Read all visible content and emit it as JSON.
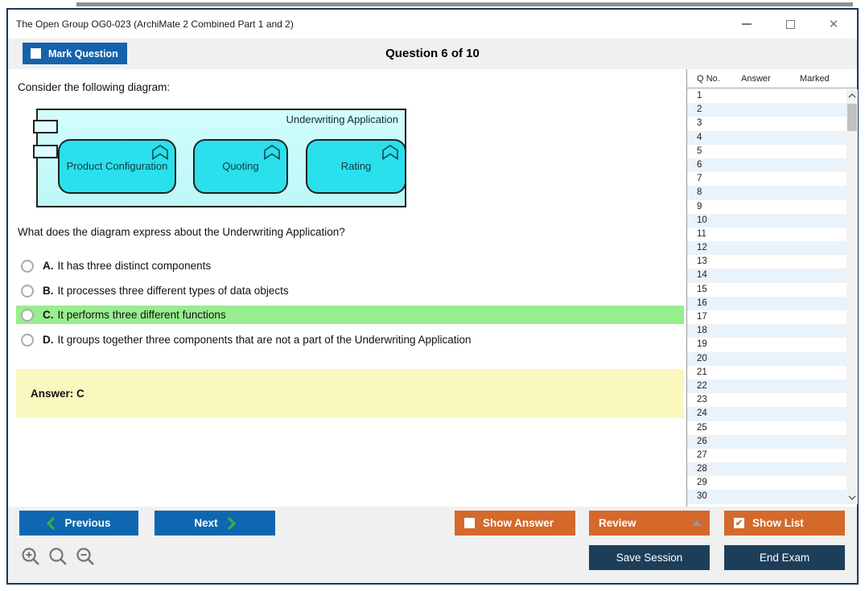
{
  "window": {
    "title": "The Open Group OG0-023 (ArchiMate 2 Combined Part 1 and 2)"
  },
  "header": {
    "mark_question_label": "Mark Question",
    "mark_question_checked": false,
    "question_counter": "Question 6 of 10"
  },
  "question": {
    "intro": "Consider the following diagram:",
    "prompt": "What does the diagram express about the Underwriting Application?",
    "options": [
      {
        "letter": "A.",
        "text": "It has three distinct components",
        "highlighted": false
      },
      {
        "letter": "B.",
        "text": "It processes three different types of data objects",
        "highlighted": false
      },
      {
        "letter": "C.",
        "text": "It performs three different functions",
        "highlighted": true
      },
      {
        "letter": "D.",
        "text": "It groups together three components that are not a part of the Underwriting Application",
        "highlighted": false
      }
    ],
    "answer_label": "Answer: C"
  },
  "diagram": {
    "title": "Underwriting Application",
    "functions": [
      "Product Configuration",
      "Quoting",
      "Rating"
    ],
    "colors": {
      "outer_fill": "#c9fcfd",
      "inner_fill": "#29e0ec",
      "border": "#222222"
    }
  },
  "sidebar": {
    "columns": {
      "qno": "Q No.",
      "answer": "Answer",
      "marked": "Marked"
    },
    "rows": [
      "1",
      "2",
      "3",
      "4",
      "5",
      "6",
      "7",
      "8",
      "9",
      "10",
      "11",
      "12",
      "13",
      "14",
      "15",
      "16",
      "17",
      "18",
      "19",
      "20",
      "21",
      "22",
      "23",
      "24",
      "25",
      "26",
      "27",
      "28",
      "29",
      "30"
    ]
  },
  "toolbar": {
    "previous_label": "Previous",
    "next_label": "Next",
    "show_answer_label": "Show Answer",
    "show_answer_checked": false,
    "review_label": "Review",
    "show_list_label": "Show List",
    "show_list_checked": true,
    "show_list_checkmark": "✔",
    "save_session_label": "Save Session",
    "end_exam_label": "End Exam"
  },
  "colors": {
    "accent_blue": "#0f67b2",
    "accent_orange": "#d4692b",
    "accent_navy": "#1d3e59",
    "highlight_green": "#97ee8e",
    "answer_yellow": "#faf8bf",
    "chevron_green": "#2eb344"
  }
}
